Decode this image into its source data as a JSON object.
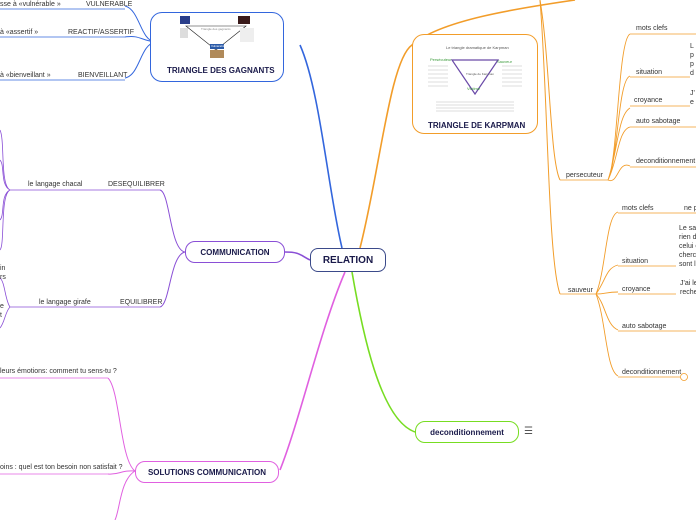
{
  "root": {
    "label": "RELATION"
  },
  "branches": {
    "triangle_gagnants": {
      "label": "TRIANGLE DES GAGNANTS"
    },
    "triangle_karpman": {
      "label": "TRIANGLE DE KARPMAN"
    },
    "communication": {
      "label": "COMMUNICATION"
    },
    "solutions": {
      "label": "SOLUTIONS COMMUNICATION"
    },
    "deconditionnement": {
      "label": "deconditionnement"
    }
  },
  "gagnants_items": [
    {
      "left": "sse à «vulnérable »",
      "right": "VULNERABLE"
    },
    {
      "left": "à «assertif »",
      "right": "REACTIF/ASSERTIF"
    },
    {
      "left": "à «bienveillant »",
      "right": "BIENVEILLANT"
    }
  ],
  "communication_items": {
    "chacal": {
      "label": "le langage chacal",
      "value": "DESEQUILIBRER"
    },
    "girafe": {
      "label": "le langage girafe",
      "value": "EQUILIBRER"
    },
    "frag1": "in",
    "frag2": "rs",
    "frag3": "e",
    "frag4": "t"
  },
  "solutions_items": [
    {
      "label": "leurs émotions: comment tu sens-tu ?"
    },
    {
      "label": "oins : quel est ton besoin non satisfait ?"
    }
  ],
  "persecuteur": {
    "label": "persecuteur",
    "children": [
      {
        "label": "mots clefs",
        "tail": ""
      },
      {
        "label": "situation",
        "tail": "L\np\np\nd"
      },
      {
        "label": "croyance",
        "tail": "J'\ne"
      },
      {
        "label": "auto sabotage",
        "tail": ""
      },
      {
        "label": "deconditionnement",
        "tail": ""
      }
    ]
  },
  "sauveur": {
    "label": "sauveur",
    "children": [
      {
        "label": "mots clefs",
        "tail": "ne p"
      },
      {
        "label": "situation",
        "tail": "Le sa\nrien d\ncelui c\ncherc\nsont l"
      },
      {
        "label": "croyance",
        "tail": "J'ai le\nreche"
      },
      {
        "label": "auto sabotage",
        "tail": ""
      },
      {
        "label": "deconditionnement",
        "tail": ""
      }
    ]
  },
  "karpman_thumb": {
    "heading": "Le triangle dramatique de Karpman",
    "left": "Persécuteur",
    "right": "Sauveur",
    "bottom": "Victime",
    "center": "Triangle de Karpman"
  },
  "gagnants_thumb": {
    "center": "Triangle des gagnants",
    "bottom": "Vulnérable"
  },
  "colors": {
    "root_border": "#3b4a8a",
    "gagnants": "#3366dd",
    "karpman": "#f29d2a",
    "communication": "#8a4fd6",
    "solutions": "#e060e0",
    "deconditionnement": "#77dd22"
  },
  "icons": {
    "deconditionnement_menu": "menu-icon"
  }
}
